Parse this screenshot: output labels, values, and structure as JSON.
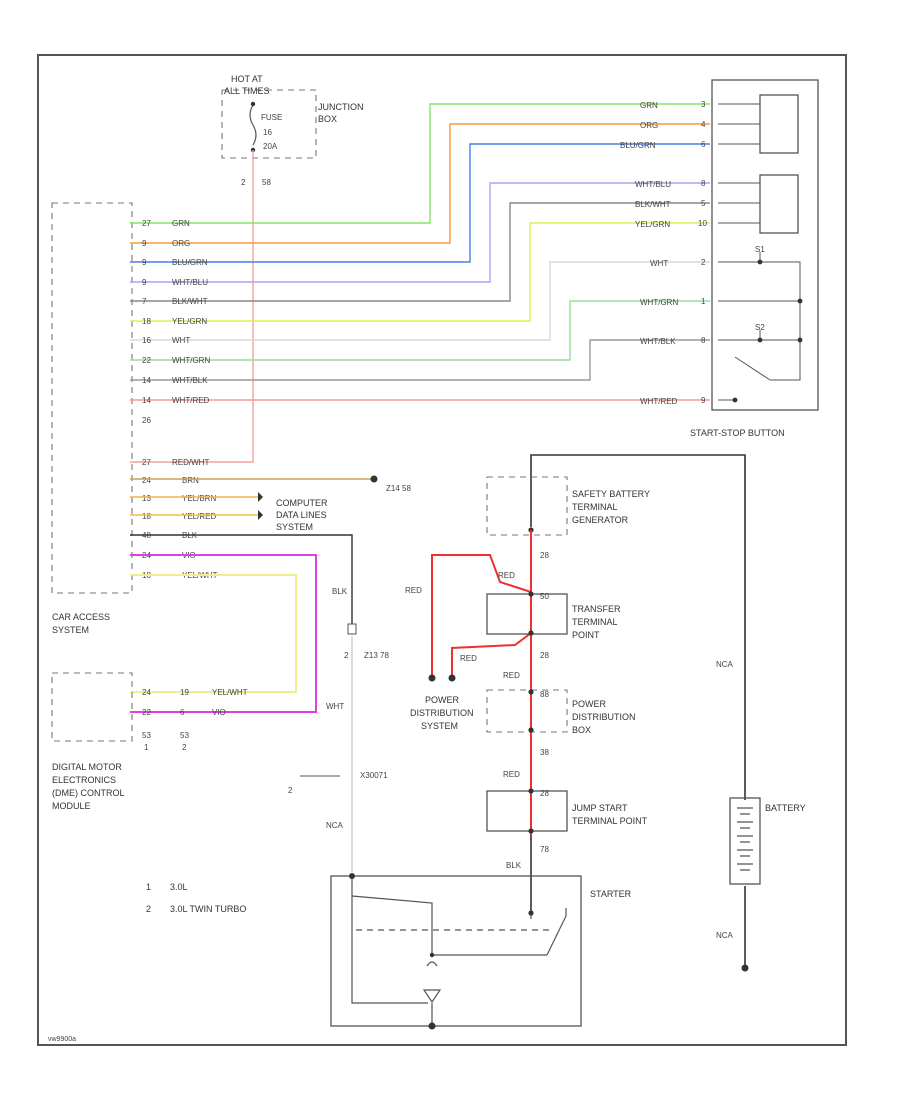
{
  "colors": {
    "grn": "#86e36a",
    "org": "#f59a3c",
    "blu": "#4a7fe0",
    "whtblu": "#a6a6ee",
    "blkwht": "#888888",
    "yelgrn": "#e0ee50",
    "wht": "#d8d8d8",
    "whtgrn": "#98df98",
    "whtblk": "#9a9a9a",
    "whtred": "#f29a9a",
    "redwht": "#f7a0a0",
    "brn": "#c7a45a",
    "yelbrn": "#f2b24a",
    "yelred": "#f2c040",
    "blk": "#333333",
    "vio": "#e040e0",
    "yelwht": "#eeee90",
    "red": "#f03030",
    "frame": "#555555"
  },
  "labels": {
    "hot_at": "HOT AT",
    "all_times": "ALL TIMES",
    "fuse": "FUSE",
    "fuse_num": "16",
    "fuse_amp": "20A",
    "junction_box_1": "JUNCTION",
    "junction_box_2": "BOX",
    "car_access_1": "CAR ACCESS",
    "car_access_2": "SYSTEM",
    "dme_1": "DIGITAL MOTOR",
    "dme_2": "ELECTRONICS",
    "dme_3": "(DME) CONTROL",
    "dme_4": "MODULE",
    "start_stop": "START-STOP BUTTON",
    "safety_1": "SAFETY BATTERY",
    "safety_2": "TERMINAL",
    "safety_3": "GENERATOR",
    "transfer_1": "TRANSFER",
    "transfer_2": "TERMINAL",
    "transfer_3": "POINT",
    "pds_1": "POWER",
    "pds_2": "DISTRIBUTION",
    "pds_3": "SYSTEM",
    "pdb_1": "POWER",
    "pdb_2": "DISTRIBUTION",
    "pdb_3": "BOX",
    "jump_1": "JUMP START",
    "jump_2": "TERMINAL POINT",
    "battery": "BATTERY",
    "starter": "STARTER",
    "computer_1": "COMPUTER",
    "computer_2": "DATA LINES",
    "computer_3": "SYSTEM",
    "legend_1_num": "1",
    "legend_1_txt": "3.0L",
    "legend_2_num": "2",
    "legend_2_txt": "3.0L TWIN TURBO",
    "watermark": "vw9900a"
  },
  "wires": {
    "grn": "GRN",
    "org": "ORG",
    "blugrn": "BLU/GRN",
    "whtblu": "WHT/BLU",
    "blkwht": "BLK/WHT",
    "yelgrn": "YEL/GRN",
    "wht": "WHT",
    "whtgrn": "WHT/GRN",
    "whtblk": "WHT/BLK",
    "whtred": "WHT/RED",
    "redwht": "RED/WHT",
    "brn": "BRN",
    "yelbrn": "YEL/BRN",
    "yelred": "YEL/RED",
    "blk": "BLK",
    "vio": "VIO",
    "yelwht": "YEL/WHT",
    "red": "RED",
    "nca": "NCA",
    "blk2": "BLK"
  },
  "pins": {
    "cas": [
      "27",
      "9",
      "9",
      "9",
      "7",
      "18",
      "16",
      "22",
      "14",
      "14",
      "26",
      "27",
      "24",
      "13",
      "18",
      "48",
      "24",
      "18"
    ],
    "button": [
      "3",
      "4",
      "6",
      "8",
      "5",
      "10",
      "2",
      "1",
      "8",
      "9"
    ],
    "dme_a": [
      "24",
      "22"
    ],
    "dme_b": [
      "19",
      "6"
    ],
    "dme_bottom": [
      "53",
      "53"
    ],
    "dme_bottom_sub": [
      "1",
      "2"
    ],
    "junction_bottom": [
      "2",
      "58"
    ],
    "safety": "28",
    "transfer_top": "50",
    "transfer_bottom": "28",
    "pdb_top": "88",
    "pdb_bottom": "38",
    "jump_top": "28",
    "jump_bottom": "78",
    "ground_1": "Z14 58",
    "ground_2": "Z13 78",
    "x30_ref": "X30071",
    "left_2": "2",
    "btn_s1": "S1",
    "btn_s2": "S2"
  }
}
